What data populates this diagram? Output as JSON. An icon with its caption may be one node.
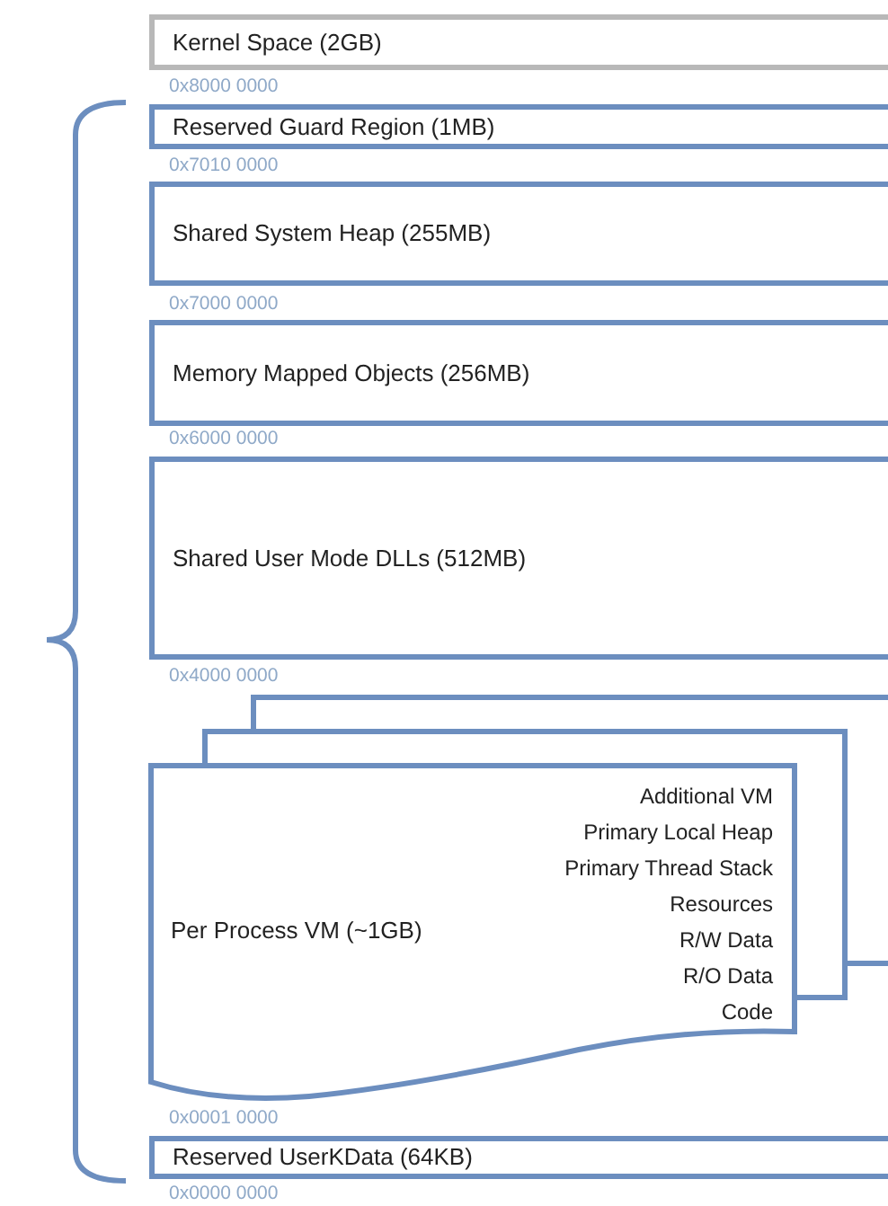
{
  "diagram": {
    "nodes": [
      {
        "text": [
          "Kernel Space (2GB)"
        ]
      },
      {
        "text": [
          "Reserved Guard Region (1MB)"
        ]
      },
      {
        "text": [
          "Shared System Heap (255MB)"
        ]
      },
      {
        "text": [
          "Memory Mapped Objects (256MB)"
        ]
      },
      {
        "text": [
          "Shared User Mode DLLs (512MB)"
        ]
      },
      {
        "text": [
          "Per Process VM (~1GB)",
          "Additional VM",
          "Primary Local Heap",
          "Primary Thread Stack",
          "Resources",
          "R/W Data",
          "R/O Data",
          "Code"
        ]
      },
      {
        "text": [
          "Reserved UserKData (64KB)"
        ]
      }
    ],
    "labels": [
      "0x8000 0000",
      "0x7010 0000",
      "0x7000 0000",
      "0x6000 0000",
      "0x4000 0000",
      "0x0001 0000",
      "0x0000 0000"
    ]
  }
}
